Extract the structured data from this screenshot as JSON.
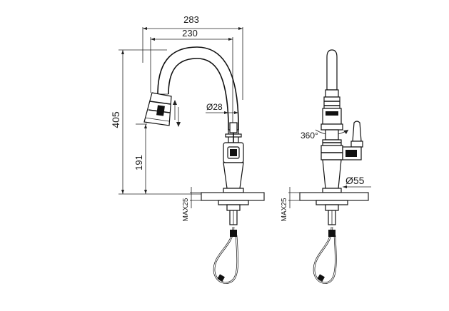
{
  "dimensions": {
    "overall_width": "283",
    "reach": "230",
    "total_height": "405",
    "spout_height": "191",
    "tube_diameter": "Ø28",
    "base_diameter": "Ø55",
    "rotation": "360°",
    "max_deck_left": "MAX25",
    "max_deck_right": "MAX25"
  },
  "colors": {
    "line": "#111111",
    "counter_texture": "#9a9a9a"
  }
}
